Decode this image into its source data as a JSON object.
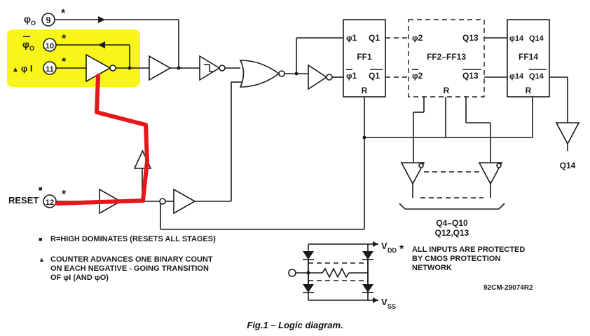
{
  "pins": {
    "phi0": {
      "name": "φ",
      "sub": "O",
      "num": "9",
      "star": "*"
    },
    "phi0bar": {
      "name": "φ",
      "sub": "O",
      "num": "10",
      "star": "*"
    },
    "phiI": {
      "marker": "▲",
      "name": "φ I",
      "num": "11",
      "star": "*"
    },
    "reset": {
      "marker": "■",
      "name": "RESET",
      "num": "12",
      "star": "*"
    }
  },
  "flipflops": {
    "ff1": {
      "label": "FF1",
      "in_top": "φ1",
      "out_top": "Q1",
      "in_bot": "φ1",
      "out_bot": "Q1",
      "reset": "R"
    },
    "ff2_13": {
      "label": "FF2–FF13",
      "in_top": "φ2",
      "out_top": "Q13",
      "in_bot": "φ2",
      "out_bot": "Q13",
      "reset": "R"
    },
    "ff14": {
      "label": "FF14",
      "in_top": "φ14",
      "out_top": "Q14",
      "in_bot": "φ14",
      "out_bot": "Q14",
      "reset": "R"
    }
  },
  "outputs": {
    "q14": "Q14",
    "q4_q10_line1": "Q4–Q10",
    "q4_q10_line2": "Q12,Q13"
  },
  "supply": {
    "vdd": "V",
    "vdd_sub": "DD",
    "vss": "V",
    "vss_sub": "SS"
  },
  "notes": {
    "square_marker": "■",
    "square_note": "R=HIGH DOMINATES (RESETS ALL STAGES)",
    "triangle_marker": "▲",
    "triangle_line1": "COUNTER ADVANCES ONE BINARY COUNT",
    "triangle_line2": "ON EACH NEGATIVE - GOING TRANSITION",
    "triangle_line3": "OF φI (AND φO)",
    "star_marker": "*",
    "star_line1": "ALL INPUTS ARE PROTECTED",
    "star_line2": "BY CMOS PROTECTION",
    "star_line3": "NETWORK",
    "figure_code": "92CM-29074R2"
  },
  "caption": "Fig.1 – Logic diagram.",
  "colors": {
    "highlight": "#f7f51a",
    "annotation": "#e8151b",
    "ink": "#1a1a1a"
  }
}
